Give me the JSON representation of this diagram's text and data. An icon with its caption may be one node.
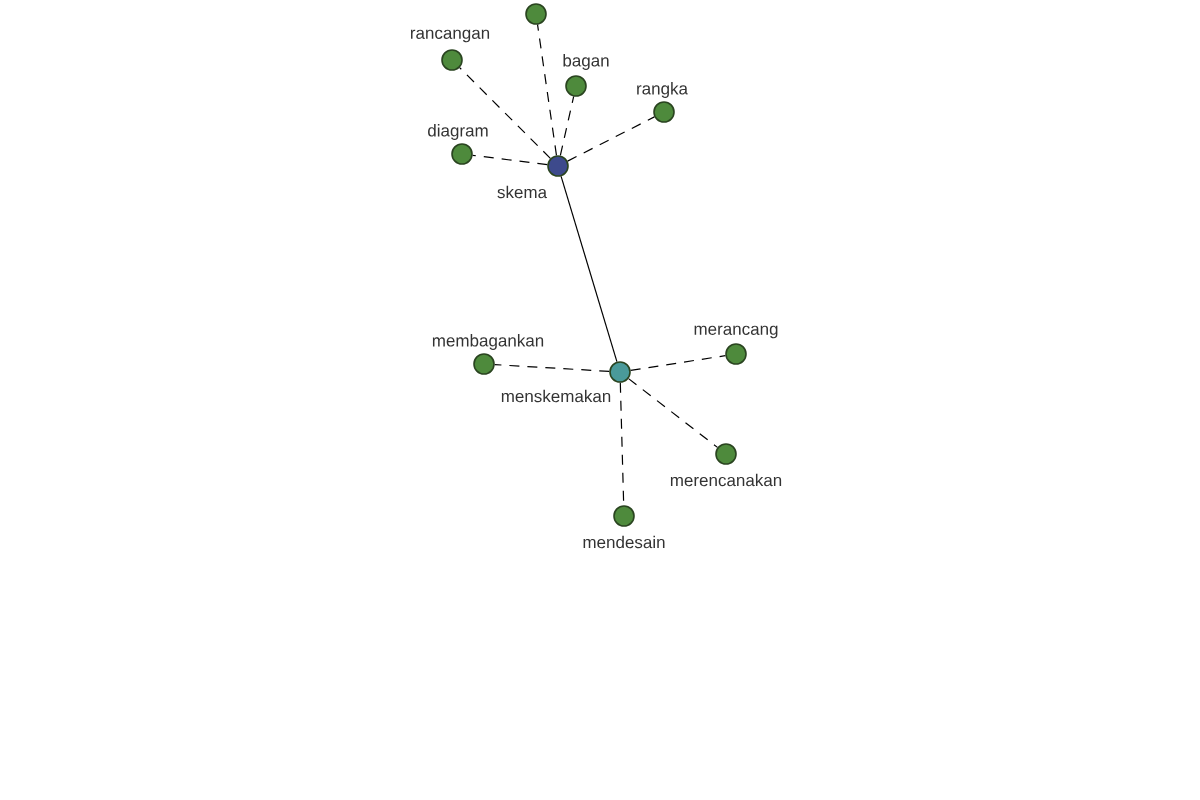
{
  "diagram": {
    "nodes": [
      {
        "text": [],
        "shape": "circle"
      },
      {
        "text": [
          "rancangan"
        ]
      },
      {
        "text": [
          "bagan"
        ]
      },
      {
        "text": [
          "rangka"
        ]
      },
      {
        "text": [
          "diagram"
        ]
      },
      {
        "text": [
          "skema"
        ]
      },
      {
        "text": [
          "membagankan"
        ]
      },
      {
        "text": [
          "menskemakan"
        ]
      },
      {
        "text": [
          "merancang"
        ]
      },
      {
        "text": [
          "merencanakan"
        ]
      },
      {
        "text": [
          "mendesain"
        ]
      }
    ],
    "edges": [
      {
        "from": 5,
        "to": 0,
        "arrow": "none",
        "style": "dashed"
      },
      {
        "from": 5,
        "to": 1,
        "arrow": "none",
        "style": "dashed"
      },
      {
        "from": 5,
        "to": 2,
        "arrow": "none",
        "style": "dashed"
      },
      {
        "from": 5,
        "to": 3,
        "arrow": "none",
        "style": "dashed"
      },
      {
        "from": 5,
        "to": 4,
        "arrow": "none",
        "style": "dashed"
      },
      {
        "from": 5,
        "to": 7,
        "arrow": "none"
      },
      {
        "from": 7,
        "to": 6,
        "arrow": "none",
        "style": "dashed"
      },
      {
        "from": 7,
        "to": 8,
        "arrow": "none",
        "style": "dashed"
      },
      {
        "from": 7,
        "to": 9,
        "arrow": "none",
        "style": "dashed"
      },
      {
        "from": 7,
        "to": 10,
        "arrow": "none",
        "style": "dashed"
      }
    ]
  }
}
